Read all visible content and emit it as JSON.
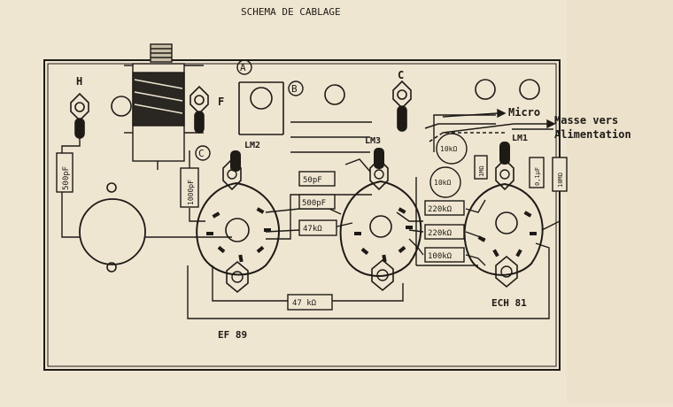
{
  "diagram": {
    "title": "SCHEMA DE CABLAGE",
    "points": {
      "A": "A",
      "B": "B",
      "C_circle": "C",
      "H": "H",
      "F": "F",
      "C": "C"
    },
    "tubes": {
      "lm1": "LM1",
      "lm2": "LM2",
      "lm3": "LM3",
      "ech81": "ECH 81",
      "ef89": "EF 89"
    },
    "components": {
      "c500pf": "500pF",
      "c1000pf": "1000pF",
      "c50pf": "50pF",
      "c500pf_b": "500pF",
      "r47k_a": "47kΩ",
      "r47k_b": "47 kΩ",
      "r10k_a": "10kΩ",
      "r10k_b": "10kΩ",
      "r220k_a": "220kΩ",
      "r220k_b": "220kΩ",
      "r100k": "100kΩ",
      "r1m": "1MΩ",
      "c01uf": "0,1μF",
      "r10mohm": "10MΩ"
    },
    "annotations": {
      "micro": "Micro",
      "masse_line1": "Masse vers",
      "masse_line2": "Alimentation"
    },
    "colors": {
      "paper": "#efe6d2",
      "ink": "#1e1b16"
    }
  }
}
